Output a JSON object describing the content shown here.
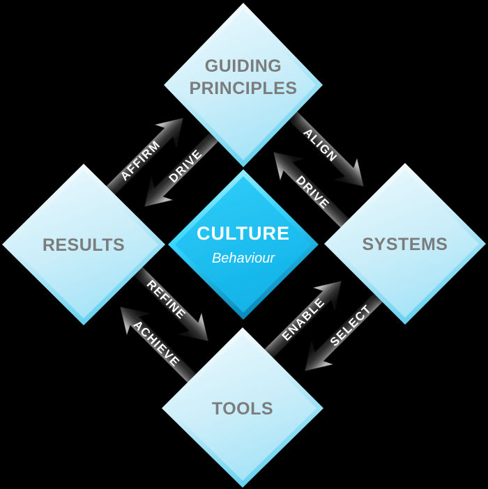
{
  "diagram": {
    "center_node": {
      "title": "CULTURE",
      "subtitle": "Behaviour"
    },
    "nodes": [
      {
        "id": "guiding-principles",
        "line1": "GUIDING",
        "line2": "PRINCIPLES"
      },
      {
        "id": "results",
        "label": "RESULTS"
      },
      {
        "id": "systems",
        "label": "SYSTEMS"
      },
      {
        "id": "tools",
        "label": "TOOLS"
      }
    ],
    "arrows": [
      {
        "label": "AFFIRM",
        "from": "results",
        "to": "guiding-principles"
      },
      {
        "label": "DRIVE",
        "from": "guiding-principles",
        "to": "results"
      },
      {
        "label": "ALIGN",
        "from": "guiding-principles",
        "to": "systems"
      },
      {
        "label": "DRIVE",
        "from": "systems",
        "to": "guiding-principles"
      },
      {
        "label": "ENABLE",
        "from": "tools",
        "to": "systems"
      },
      {
        "label": "SELECT",
        "from": "systems",
        "to": "tools"
      },
      {
        "label": "REFINE",
        "from": "results",
        "to": "tools"
      },
      {
        "label": "ACHIEVE",
        "from": "tools",
        "to": "results"
      }
    ],
    "colors": {
      "background": "#000000",
      "node_fill_light": "#e9f8fd",
      "node_fill_mid": "#c9edf9",
      "node_fill_dark": "#a4e3f7",
      "node_edge_light": "#ffffff",
      "node_edge_dark": "#5fd0f0",
      "center_fill_light": "#2fccf8",
      "center_fill_dark": "#10b2e8",
      "center_edge_light": "#aef1ff",
      "center_edge_dark": "#0882b4",
      "node_text": "#7c7c7c",
      "center_text": "#ffffff",
      "arrow_text": "#ffffff",
      "arrow_light": "#8a8a8a",
      "arrow_dark": "#101010"
    }
  }
}
